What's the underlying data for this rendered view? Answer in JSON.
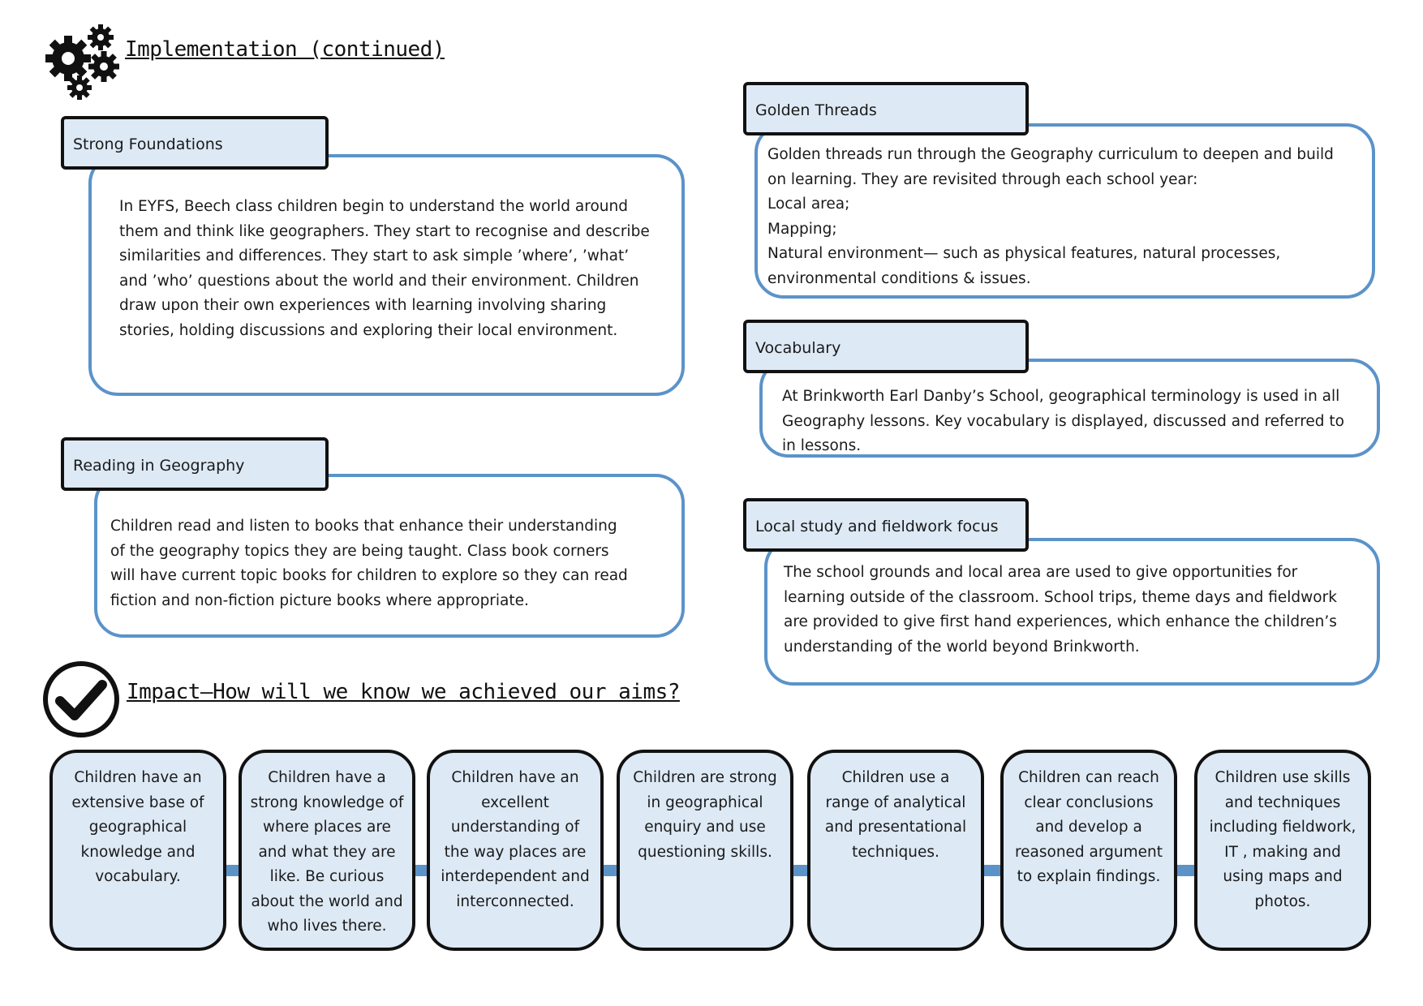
{
  "implementation": {
    "title": "Implementation (continued)"
  },
  "strong_foundations": {
    "title": "Strong Foundations",
    "text": "In EYFS, Beech class children begin to understand the world around them and think like geographers. They start to recognise and describe  similarities and differences. They start to ask simple ’where’, ’what’ and ’who’ questions about the world and their environment.  Children draw upon their own experiences with learning involving sharing stories, holding discussions and exploring their local environment."
  },
  "reading": {
    "title": "Reading in Geography",
    "text": "Children read and listen to books that enhance their understanding of the geography topics they are being taught. Class book corners will have current topic books for  children to explore so they can read fiction and non-fiction picture books where appropriate."
  },
  "golden_threads": {
    "title": "Golden Threads",
    "lines": [
      "Golden threads run through the Geography curriculum to deepen and build on learning. They are revisited through each school year:",
      "Local area;",
      "Mapping;",
      "Natural environment— such as physical features, natural processes, environmental conditions & issues."
    ]
  },
  "vocabulary": {
    "title": "Vocabulary",
    "text": "At Brinkworth Earl Danby’s School, geographical terminology is used in all Geography lessons. Key vocabulary is displayed, discussed and referred to in lessons."
  },
  "local_study": {
    "title": "Local study and fieldwork focus",
    "text": "The school grounds and local area are used to give opportunities for learning outside of the classroom. School trips, theme days and fieldwork are provided to give first hand experiences, which enhance the children’s understanding of the world beyond Brinkworth."
  },
  "impact": {
    "title": "Impact—How will we know we achieved our aims?",
    "items": [
      "Children have an extensive base of geographical knowledge and vocabulary.",
      "Children have a strong knowledge of where places are and what they are like. Be  curious about the world and who lives there.",
      "Children have an excellent understanding of the way places are interdependent and interconnected.",
      "Children are strong in geographical enquiry and use questioning skills.",
      "Children use a range of analytical and presentational techniques.",
      "Children can reach clear conclusions and   develop a reasoned argument to explain findings.",
      "Children use skills and techniques including fieldwork, IT ,  making and using maps and photos."
    ]
  },
  "icons": {
    "implementation": "gears-icon",
    "impact": "checkmark-circle-icon"
  },
  "colors": {
    "accent_blue": "#5b93c9",
    "tab_fill": "#dde9f5"
  }
}
